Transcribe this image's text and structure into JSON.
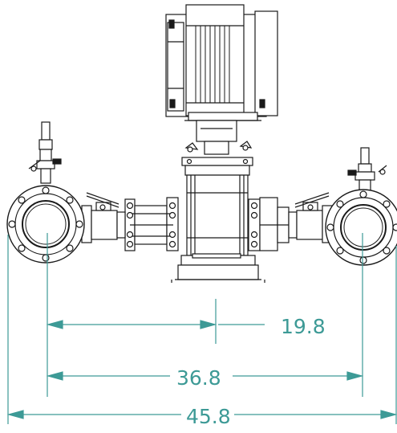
{
  "colors": {
    "line": "#1a1a1a",
    "dimension": "#3d9a96",
    "background": "#ffffff"
  },
  "dimensions": {
    "inlet_to_center": "19.8",
    "flange_center_to_center": "36.8",
    "overall_length": "45.8"
  }
}
